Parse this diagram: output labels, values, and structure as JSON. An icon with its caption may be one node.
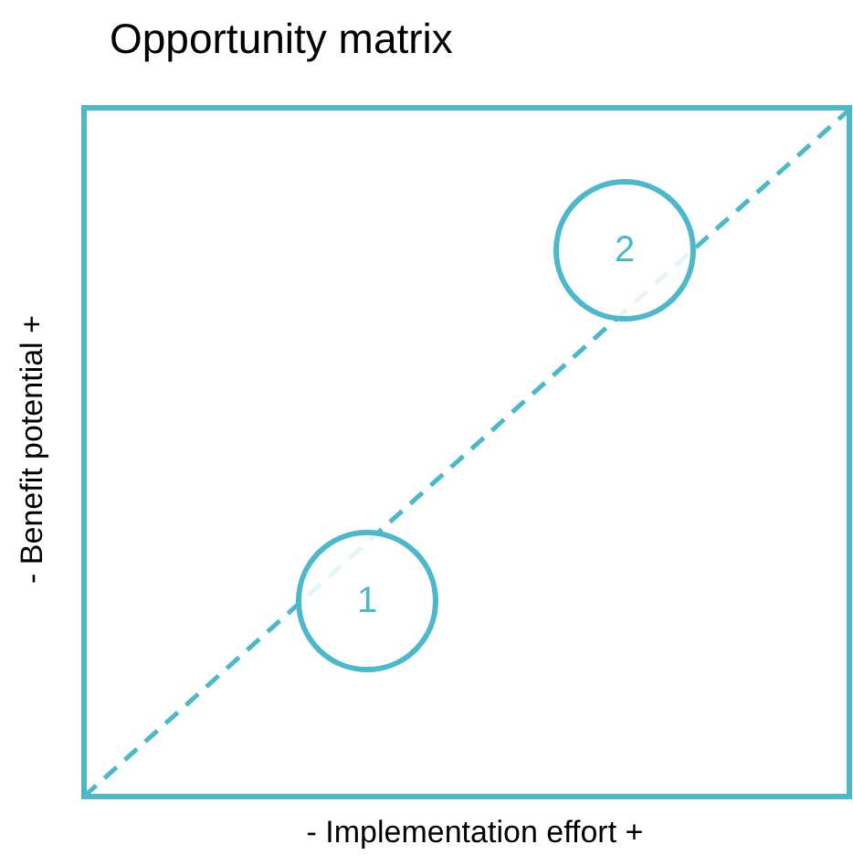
{
  "diagram": {
    "title": "Opportunity matrix",
    "nodes": [
      {
        "text": [
          "1"
        ]
      },
      {
        "text": [
          "2"
        ]
      }
    ],
    "labels": [
      "- Benefit potential +",
      "- Implementation effort +"
    ]
  }
}
